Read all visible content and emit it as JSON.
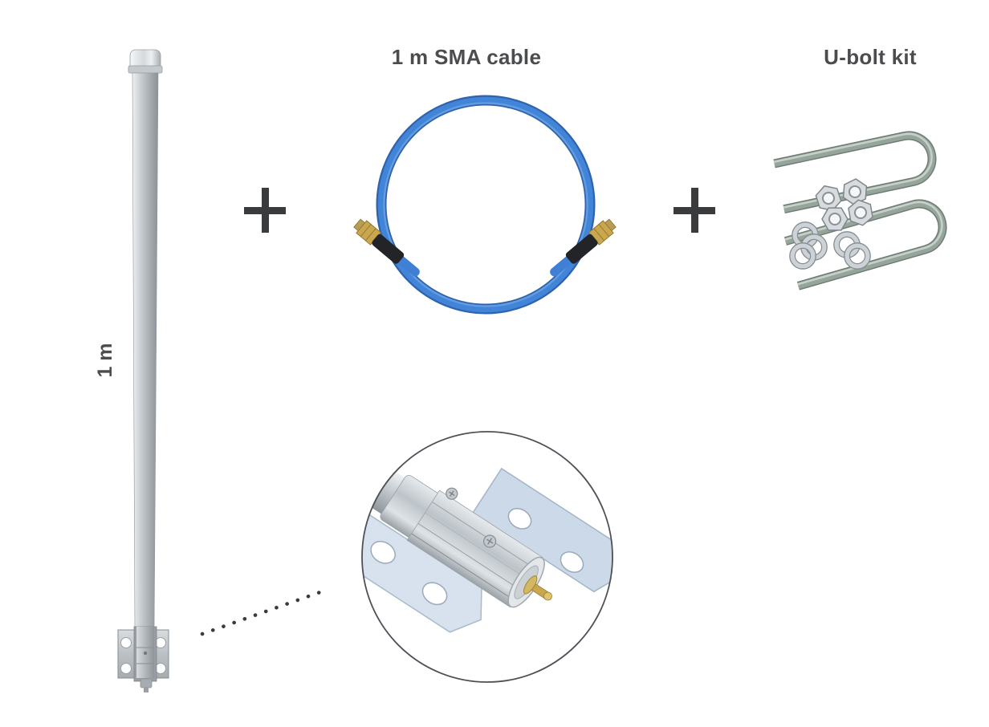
{
  "scene": {
    "background": "#ffffff"
  },
  "antenna": {
    "length_label": "1 m"
  },
  "operators": {
    "left": "+",
    "right": "+"
  },
  "cable": {
    "label": "1 m SMA cable"
  },
  "ubolt": {
    "label": "U-bolt kit"
  },
  "images": {
    "antenna": "omnidirectional-antenna-with-mount-bracket",
    "cable": "blue-coiled-sma-cable-with-two-gold-connectors",
    "ubolt": "two-u-bolts-with-nuts-and-washers",
    "detail": "magnified-mount-bracket-sma-connector-callout",
    "leader": "dotted-leader-line"
  },
  "colors": {
    "background": "#ffffff",
    "label_text": "#4b4c4e",
    "plus_sign": "#3a3b3d",
    "pole_silver": "#aeb3b7",
    "cable_blue": "#3f80d5",
    "cable_blue_dark": "#2e63ae",
    "connector_gold": "#c9a74f",
    "connector_boot": "#232428",
    "ubolt_metal": "#96a59b",
    "hardware_chrome": "#d7dbde",
    "detail_circle_stroke": "#4c5157",
    "bracket_plate": "#d6e1ee"
  }
}
